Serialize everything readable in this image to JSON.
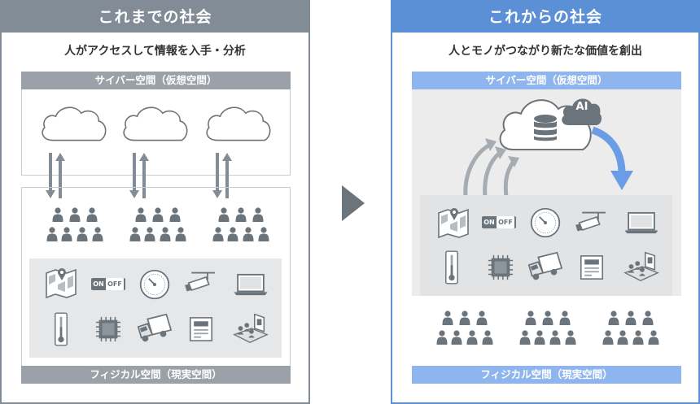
{
  "left": {
    "title": "これまでの社会",
    "subtitle": "人がアクセスして情報を入手・分析",
    "cyber_label": "サイバー空間（仮想空間）",
    "physical_label": "フィジカル空間（現実空間）"
  },
  "right": {
    "title": "これからの社会",
    "subtitle": "人とモノがつながり新たな価値を創出",
    "cyber_label": "サイバー空間（仮想空間）",
    "physical_label": "フィジカル空間（現実空間）",
    "ai_label": "AI",
    "switch_on": "ON",
    "switch_off": "OFF"
  },
  "left_switch": {
    "on": "ON",
    "off": "OFF"
  },
  "colors": {
    "left_accent": "#828c96",
    "right_accent": "#5b8fd6",
    "icon_gray": "#6b737b",
    "ai_arrow_blue": "#6a9de6"
  },
  "icons": [
    "cloud-icon",
    "database-icon",
    "ai-cloud-icon",
    "people-group-icon",
    "map-icon",
    "switch-icon",
    "gauge-icon",
    "camera-icon",
    "laptop-icon",
    "thermometer-icon",
    "chip-icon",
    "truck-icon",
    "meter-icon",
    "factory-icon"
  ]
}
